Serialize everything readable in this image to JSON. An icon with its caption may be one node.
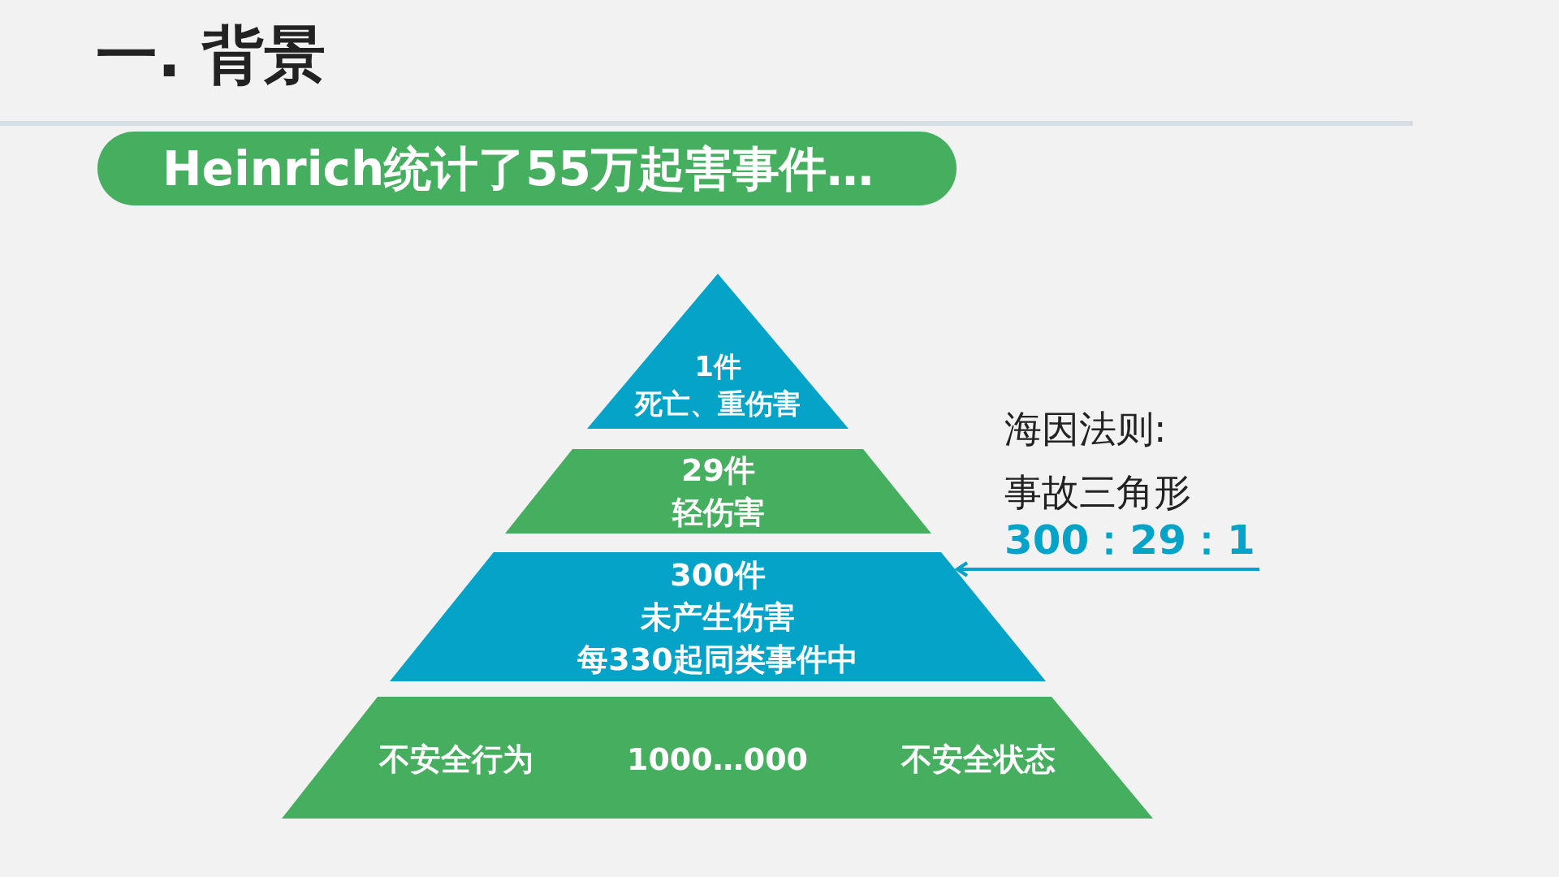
{
  "diagram": {
    "title": "一. 背景",
    "nodes": [
      {
        "text": [
          "Heinrich统计了55万起害事件…"
        ]
      },
      {
        "text": [
          "1件",
          "死亡、重伤害"
        ]
      },
      {
        "text": [
          "29件",
          "轻伤害"
        ]
      },
      {
        "text": [
          "300件",
          "未产生伤害",
          "每330起同类事件中"
        ]
      },
      {
        "text": [
          "不安全行为",
          "1000…000",
          "不安全状态"
        ]
      }
    ],
    "edges": [
      {
        "from": null,
        "to": 3,
        "arrow": "to"
      }
    ],
    "labels": [
      "海因法则:",
      "事故三角形",
      "300：29：1"
    ]
  }
}
